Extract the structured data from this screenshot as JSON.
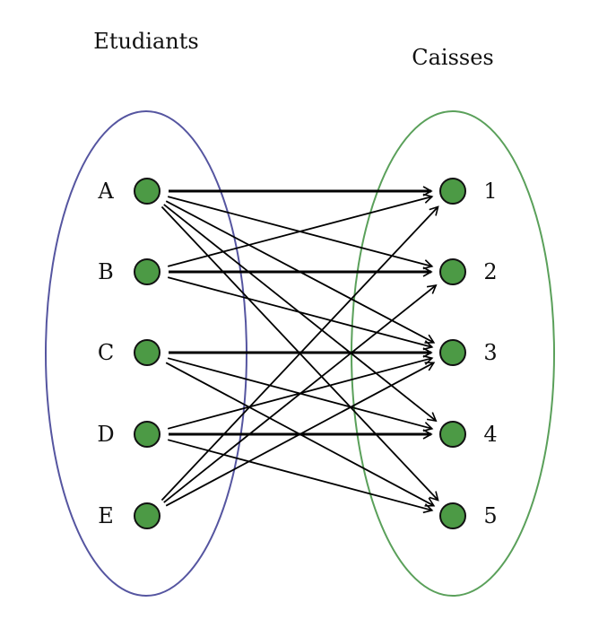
{
  "titles": {
    "left": "Etudiants",
    "right": "Caisses"
  },
  "students": [
    "A",
    "B",
    "C",
    "D",
    "E"
  ],
  "counters": [
    "1",
    "2",
    "3",
    "4",
    "5"
  ],
  "colors": {
    "left_ellipse": "#5555a0",
    "right_ellipse": "#5aa05a",
    "node_fill": "#4c9a45",
    "edge": "#000000"
  },
  "edges": [
    {
      "from": "A",
      "to": "1",
      "bold": true
    },
    {
      "from": "A",
      "to": "2",
      "bold": false
    },
    {
      "from": "A",
      "to": "3",
      "bold": false
    },
    {
      "from": "A",
      "to": "4",
      "bold": false
    },
    {
      "from": "A",
      "to": "5",
      "bold": false
    },
    {
      "from": "B",
      "to": "1",
      "bold": false
    },
    {
      "from": "B",
      "to": "2",
      "bold": true
    },
    {
      "from": "B",
      "to": "3",
      "bold": false
    },
    {
      "from": "C",
      "to": "3",
      "bold": true
    },
    {
      "from": "C",
      "to": "4",
      "bold": false
    },
    {
      "from": "C",
      "to": "5",
      "bold": false
    },
    {
      "from": "D",
      "to": "3",
      "bold": false
    },
    {
      "from": "D",
      "to": "4",
      "bold": true
    },
    {
      "from": "D",
      "to": "5",
      "bold": false
    },
    {
      "from": "E",
      "to": "1",
      "bold": false
    },
    {
      "from": "E",
      "to": "2",
      "bold": false
    },
    {
      "from": "E",
      "to": "3",
      "bold": false
    }
  ]
}
